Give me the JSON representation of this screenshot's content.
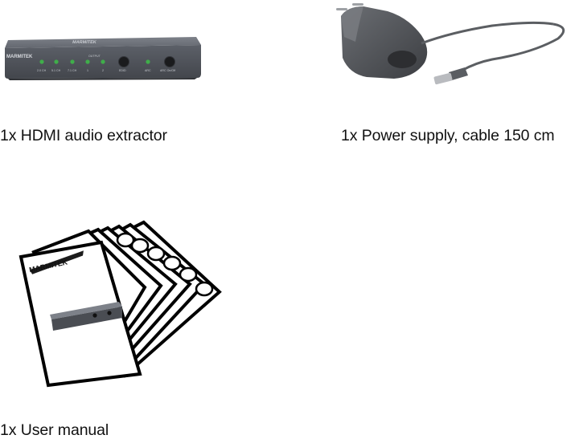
{
  "items": [
    {
      "caption": "1x HDMI audio extractor",
      "device": {
        "brand": "MARMITEK",
        "brand_top": "MARMITEK",
        "group_label": "OUTPUT",
        "led_labels": [
          "2.0 CH",
          "5.1 CH",
          "7.1 CH",
          "1",
          "2"
        ],
        "button1_label": "EDID",
        "led_labels_right": [
          "ARC"
        ],
        "button2_label": "ARC On/Off",
        "led_color": "#3fae4a",
        "body_color": "#5a5e66"
      }
    },
    {
      "caption": "1x Power supply, cable 150 cm",
      "body_color": "#55585d"
    },
    {
      "caption": "1x User manual",
      "cover_brand": "MARMITEK"
    }
  ]
}
